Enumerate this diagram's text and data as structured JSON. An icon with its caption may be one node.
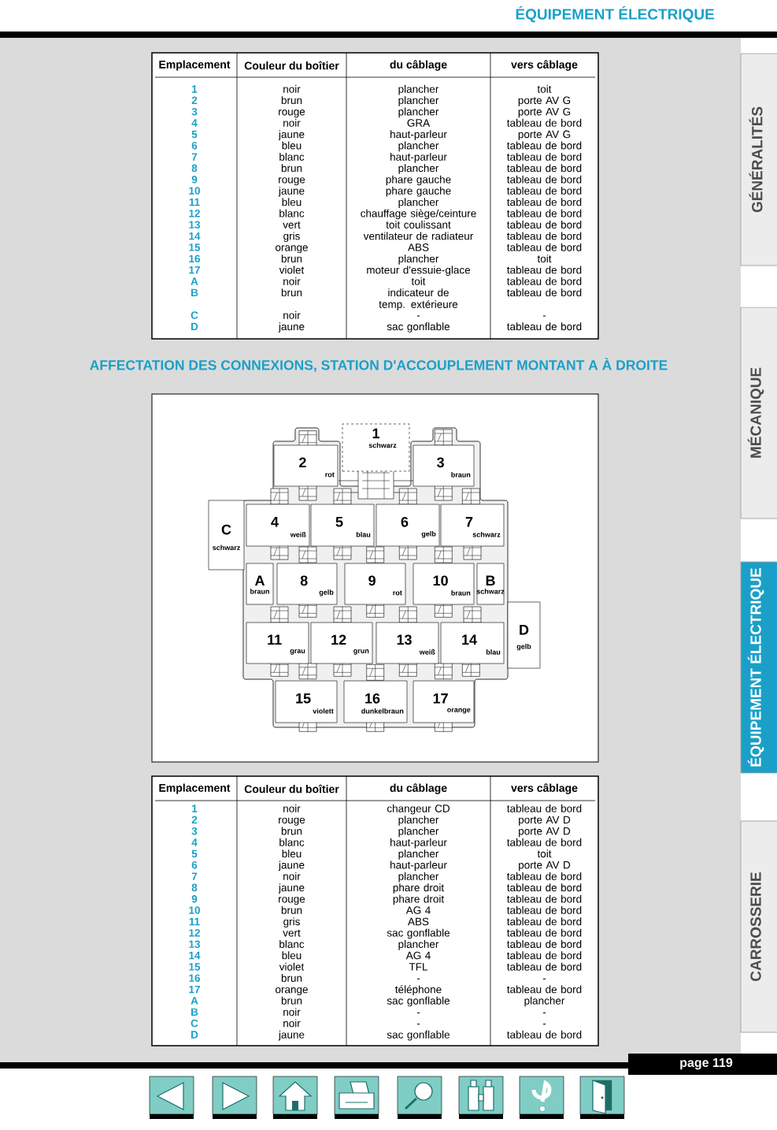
{
  "diagram": {
    "title": "ÉQUIPEMENT ÉLECTRIQUE",
    "nodes": [
      {
        "text": [
          "1",
          "schwarz"
        ]
      },
      {
        "text": [
          "2",
          "rot"
        ]
      },
      {
        "text": [
          "3",
          "braun"
        ]
      },
      {
        "text": [
          "C",
          "schwarz"
        ]
      },
      {
        "text": [
          "4",
          "weiß"
        ]
      },
      {
        "text": [
          "5",
          "blau"
        ]
      },
      {
        "text": [
          "6",
          "gelb"
        ]
      },
      {
        "text": [
          "7",
          "schwarz"
        ]
      },
      {
        "text": [
          "A",
          "braun"
        ]
      },
      {
        "text": [
          "8",
          "gelb"
        ]
      },
      {
        "text": [
          "9",
          "rot"
        ]
      },
      {
        "text": [
          "10",
          "braun"
        ]
      },
      {
        "text": [
          "B",
          "schwarz"
        ]
      },
      {
        "text": [
          "D",
          "gelb"
        ]
      },
      {
        "text": [
          "11",
          "grau"
        ]
      },
      {
        "text": [
          "12",
          "grun"
        ]
      },
      {
        "text": [
          "13",
          "weiß"
        ]
      },
      {
        "text": [
          "14",
          "blau"
        ]
      },
      {
        "text": [
          "15",
          "violett"
        ]
      },
      {
        "text": [
          "16",
          "dunkelbraun"
        ]
      },
      {
        "text": [
          "17",
          "orange"
        ]
      }
    ],
    "labels": [
      "Emplacement",
      "Couleur du boîtier",
      "du câblage",
      "vers câblage",
      "1",
      "noir",
      "plancher",
      "toit",
      "2",
      "brun",
      "plancher",
      "porte AV G",
      "3",
      "rouge",
      "plancher",
      "porte AV G",
      "4",
      "noir",
      "GRA",
      "tableau de bord",
      "5",
      "jaune",
      "haut-parleur",
      "porte AV G",
      "6",
      "bleu",
      "plancher",
      "tableau de bord",
      "7",
      "blanc",
      "haut-parleur",
      "tableau de bord",
      "8",
      "brun",
      "plancher",
      "tableau de bord",
      "9",
      "rouge",
      "phare gauche",
      "tableau de bord",
      "10",
      "jaune",
      "phare gauche",
      "tableau de bord",
      "11",
      "bleu",
      "plancher",
      "tableau de bord",
      "12",
      "blanc",
      "chauffage siège/ceinture",
      "tableau de bord",
      "13",
      "vert",
      "toit coulissant",
      "tableau de bord",
      "14",
      "gris",
      "ventilateur de radiateur",
      "tableau de bord",
      "15",
      "orange",
      "ABS",
      "tableau de bord",
      "16",
      "brun",
      "plancher",
      "toit",
      "17",
      "violet",
      "moteur d'essuie-glace",
      "tableau de bord",
      "A",
      "noir",
      "toit",
      "tableau de bord",
      "B",
      "brun",
      "indicateur de temp. extérieure",
      "tableau de bord",
      "C",
      "noir",
      "-",
      "-",
      "D",
      "jaune",
      "sac gonflable",
      "tableau de bord",
      "AFFECTATION DES CONNEXIONS, STATION D'ACCOUPLEMENT MONTANT A À DROITE",
      "Emplacement",
      "Couleur du boîtier",
      "du câblage",
      "vers câblage",
      "1",
      "noir",
      "changeur CD",
      "tableau de bord",
      "2",
      "rouge",
      "plancher",
      "porte AV D",
      "3",
      "brun",
      "plancher",
      "porte AV D",
      "4",
      "blanc",
      "haut-parleur",
      "tableau de bord",
      "5",
      "bleu",
      "plancher",
      "toit",
      "6",
      "jaune",
      "haut-parleur",
      "porte AV D",
      "7",
      "noir",
      "plancher",
      "tableau de bord",
      "8",
      "jaune",
      "phare droit",
      "tableau de bord",
      "9",
      "rouge",
      "phare droit",
      "tableau de bord",
      "10",
      "brun",
      "AG 4",
      "tableau de bord",
      "11",
      "gris",
      "ABS",
      "tableau de bord",
      "12",
      "vert",
      "sac gonflable",
      "tableau de bord",
      "13",
      "blanc",
      "plancher",
      "tableau de bord",
      "14",
      "bleu",
      "AG 4",
      "tableau de bord",
      "15",
      "violet",
      "TFL",
      "tableau de bord",
      "16",
      "brun",
      "-",
      "-",
      "17",
      "orange",
      "téléphone",
      "tableau de bord",
      "A",
      "brun",
      "sac gonflable",
      "plancher",
      "B",
      "noir",
      "-",
      "-",
      "C",
      "noir",
      "-",
      "-",
      "D",
      "jaune",
      "sac gonflable",
      "tableau de bord",
      "GÉNÉRALITÉS",
      "MÉCANIQUE",
      "ÉQUIPEMENT ÉLECTRIQUE",
      "CARROSSERIE",
      "page 119"
    ]
  }
}
